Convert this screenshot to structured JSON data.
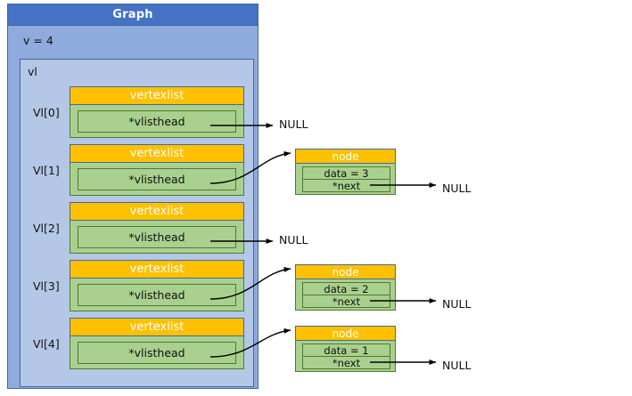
{
  "graph": {
    "title": "Graph",
    "field_v": "v = 4",
    "vl_label": "vl",
    "rows": [
      {
        "index_label": "Vl[0]",
        "struct_title": "vertexlist",
        "field_label": "*vlisthead",
        "target": "NULL",
        "null_label": "NULL"
      },
      {
        "index_label": "Vl[1]",
        "struct_title": "vertexlist",
        "field_label": "*vlisthead",
        "target": "node",
        "null_label": null
      },
      {
        "index_label": "Vl[2]",
        "struct_title": "vertexlist",
        "field_label": "*vlisthead",
        "target": "NULL",
        "null_label": "NULL"
      },
      {
        "index_label": "Vl[3]",
        "struct_title": "vertexlist",
        "field_label": "*vlisthead",
        "target": "node",
        "null_label": null
      },
      {
        "index_label": "Vl[4]",
        "struct_title": "vertexlist",
        "field_label": "*vlisthead",
        "target": "node",
        "null_label": null
      }
    ]
  },
  "nodes": [
    {
      "title": "node",
      "data_label": "data = 3",
      "next_label": "*next",
      "next_target": "NULL",
      "from_row": "Vl[1]"
    },
    {
      "title": "node",
      "data_label": "data = 2",
      "next_label": "*next",
      "next_target": "NULL",
      "from_row": "Vl[3]"
    },
    {
      "title": "node",
      "data_label": "data = 1",
      "next_label": "*next",
      "next_target": "NULL",
      "from_row": "Vl[4]"
    }
  ],
  "null_labels": {
    "row0": "NULL",
    "row2": "NULL",
    "node0": "NULL",
    "node1": "NULL",
    "node2": "NULL"
  },
  "colors": {
    "graph_title_bar": "#4472C4",
    "graph_body": "#8FAADC",
    "vl_body": "#B4C7E7",
    "struct_title": "#FFC000",
    "struct_body": "#A9D08E",
    "border_blue": "#41699E",
    "border_green": "#4E7B2F",
    "arrow": "#000000",
    "text": "#111111",
    "title_text": "#FFFFFF",
    "background": "#FFFFFF"
  }
}
